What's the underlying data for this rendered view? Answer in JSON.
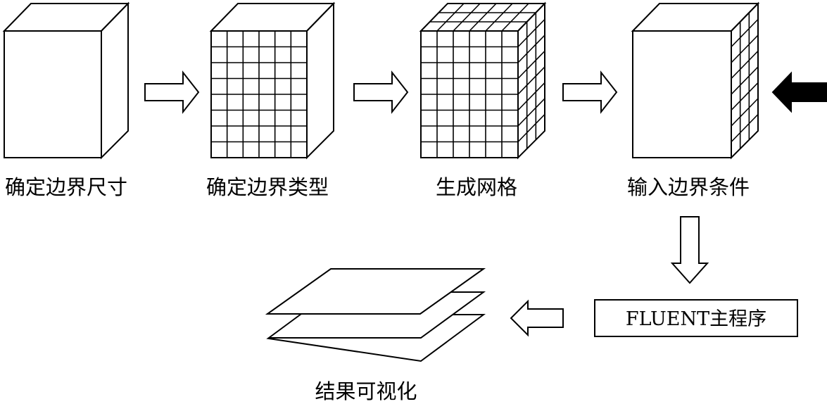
{
  "steps": [
    {
      "label": "确定边界尺寸"
    },
    {
      "label": "确定边界类型"
    },
    {
      "label": "生成网格"
    },
    {
      "label": "输入边界条件"
    }
  ],
  "main_program": {
    "label": "FLUENT主程序"
  },
  "result": {
    "label": "结果可视化"
  }
}
